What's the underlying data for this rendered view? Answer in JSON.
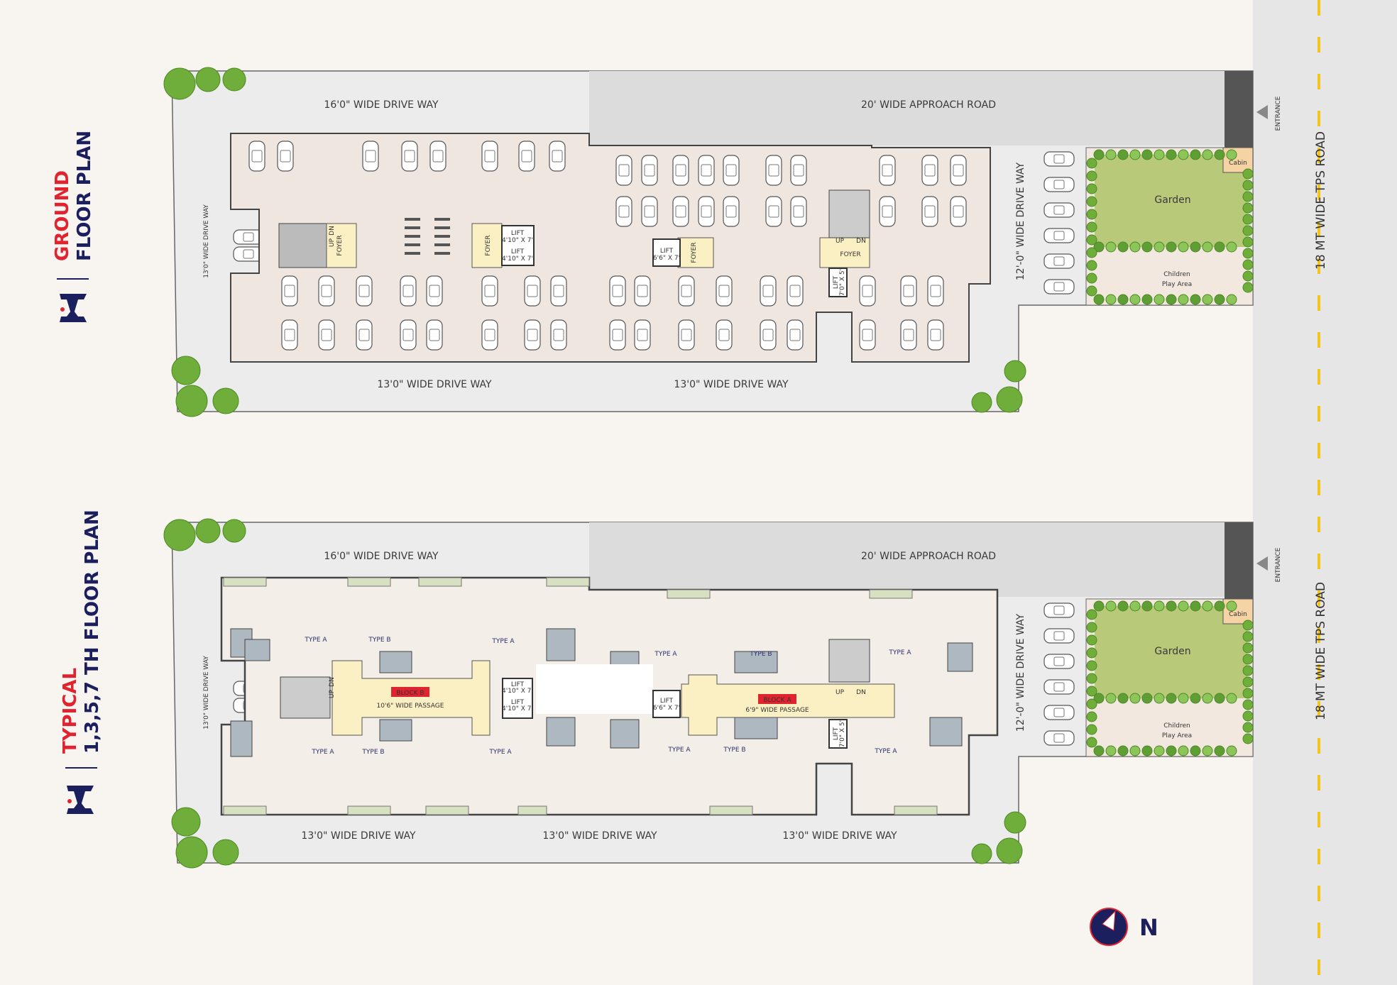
{
  "colors": {
    "background": "#f8f5f1",
    "brand_red": "#e0242f",
    "brand_navy": "#1c1f5e",
    "garden": "#b9c97a",
    "foyer": "#fbf0c3",
    "road": "#e6e6e6",
    "road_marking": "#f3c41b",
    "floor": "#efe6df"
  },
  "ground_plan": {
    "title_line1": "GROUND",
    "title_line2": "FLOOR PLAN",
    "labels": {
      "top_driveway": "16'0\" WIDE DRIVE WAY",
      "approach_road": "20' WIDE APPROACH ROAD",
      "left_driveway": "13'0\" WIDE DRIVE WAY",
      "bottom_driveway_1": "13'0\" WIDE DRIVE WAY",
      "bottom_driveway_2": "13'0\" WIDE DRIVE WAY",
      "right_driveway": "12'-0\" WIDE DRIVE WAY",
      "entrance": "ENTRANCE",
      "foyer_1": "FOYER",
      "foyer_2": "FOYER",
      "foyer_3": "FOYER",
      "foyer_4": "FOYER",
      "lift": "LIFT",
      "lift_size_1": "4'10\" X 7'",
      "lift_size_2": "6'6\" X 7'",
      "lift_size_3": "7'0\" X 5'",
      "up": "UP",
      "dn": "DN",
      "garden": "Garden",
      "cabin": "Cabin",
      "play_line1": "Children",
      "play_line2": "Play Area"
    }
  },
  "typical_plan": {
    "title_line1": "TYPICAL",
    "title_line2": "1,3,5,7 TH FLOOR PLAN",
    "labels": {
      "top_driveway": "16'0\" WIDE DRIVE WAY",
      "approach_road": "20' WIDE APPROACH ROAD",
      "left_driveway": "13'0\" WIDE DRIVE WAY",
      "bottom_driveway_1": "13'0\" WIDE DRIVE WAY",
      "bottom_driveway_2": "13'0\" WIDE DRIVE WAY",
      "bottom_driveway_3": "13'0\" WIDE DRIVE WAY",
      "right_driveway": "12'-0\" WIDE DRIVE WAY",
      "entrance": "ENTRANCE",
      "block_b": "BLOCK B",
      "block_b_passage": "10'6\" WIDE PASSAGE",
      "block_a": "BLOCK A",
      "block_a_passage": "6'9\" WIDE PASSAGE",
      "lift": "LIFT",
      "lift_size_1": "4'10\" X 7'",
      "lift_size_2": "6'6\" X 7'",
      "lift_size_3": "7'0\" X 5'",
      "up": "UP",
      "dn": "DN",
      "type_a": "TYPE A",
      "type_b": "TYPE B",
      "garden": "Garden",
      "cabin": "Cabin",
      "play_line1": "Children",
      "play_line2": "Play Area"
    }
  },
  "road_name": "18 MT WIDE TPS  ROAD",
  "compass": {
    "label": "N",
    "icon": "north-arrow-icon"
  },
  "logo": {
    "icon": "brand-logo-icon"
  }
}
